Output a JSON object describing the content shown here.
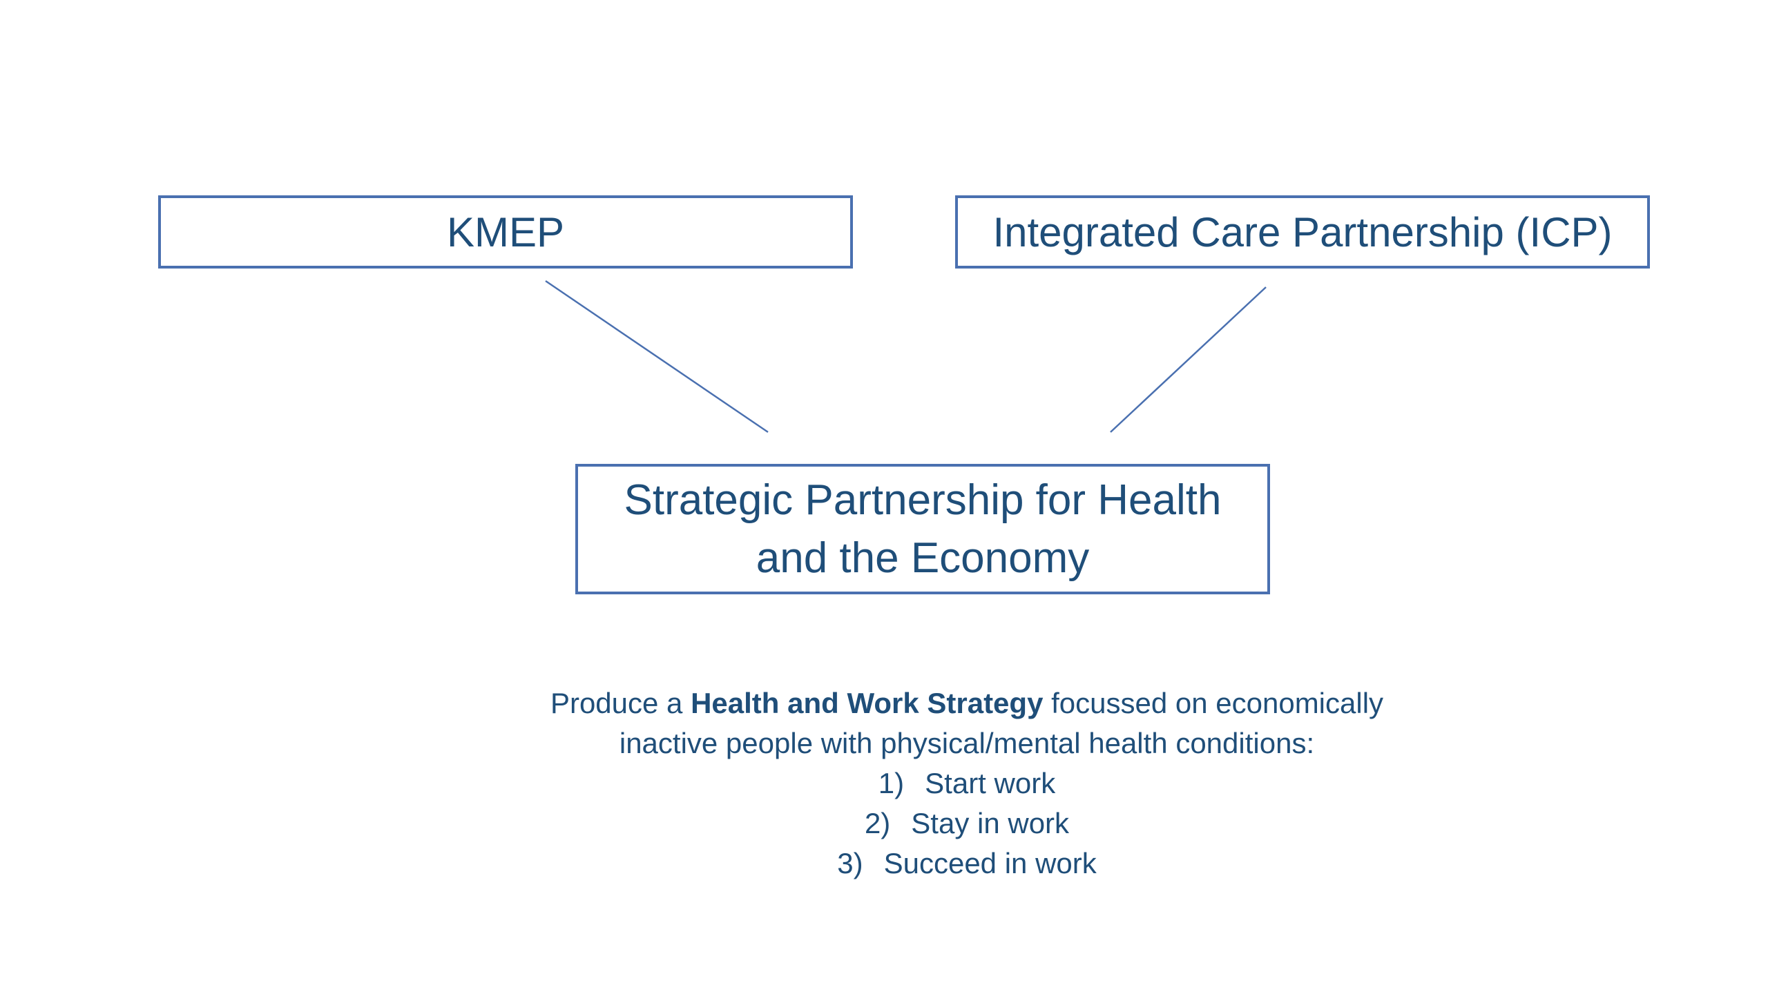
{
  "diagram": {
    "nodes": {
      "kmep": {
        "label": "KMEP"
      },
      "icp": {
        "label": "Integrated Care Partnership (ICP)"
      },
      "strategic_partnership": {
        "label_line1": "Strategic Partnership for Health",
        "label_line2": "and the Economy"
      }
    },
    "edges": [
      {
        "from": "KMEP",
        "to": "Strategic Partnership for Health and the Economy"
      },
      {
        "from": "Integrated Care Partnership (ICP)",
        "to": "Strategic Partnership for Health and the Economy"
      }
    ],
    "line_color": "#4a70b0",
    "text_color": "#1f4e79"
  },
  "strategy": {
    "intro_prefix": "Produce a ",
    "intro_bold": "Health and Work Strategy",
    "intro_suffix": " focussed on economically",
    "intro_line2": "inactive people with physical/mental health conditions:",
    "steps": [
      {
        "number": "1)",
        "text": "Start work"
      },
      {
        "number": "2)",
        "text": "Stay in work"
      },
      {
        "number": "3)",
        "text": "Succeed in work"
      }
    ]
  }
}
